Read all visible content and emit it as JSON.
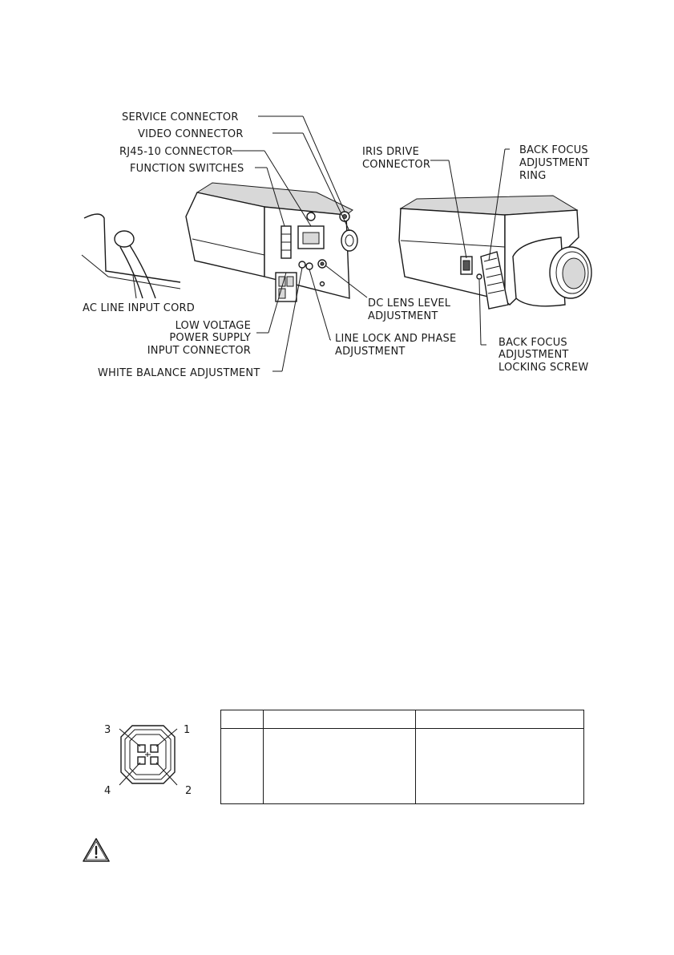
{
  "callouts": {
    "service_connector": "SERVICE CONNECTOR",
    "video_connector": "VIDEO CONNECTOR",
    "rj45_connector": "RJ45-10 CONNECTOR",
    "function_switches": "FUNCTION SWITCHES",
    "ac_line_input_cord": "AC LINE INPUT CORD",
    "low_voltage_line1": "LOW VOLTAGE",
    "low_voltage_line2": "POWER SUPPLY",
    "low_voltage_line3": "INPUT CONNECTOR",
    "white_balance": "WHITE BALANCE ADJUSTMENT",
    "dc_lens_line1": "DC LENS LEVEL",
    "dc_lens_line2": "ADJUSTMENT",
    "line_lock_line1": "LINE LOCK AND PHASE",
    "line_lock_line2": "ADJUSTMENT",
    "iris_drive_line1": "IRIS DRIVE",
    "iris_drive_line2": "CONNECTOR",
    "back_focus_ring_line1": "BACK FOCUS",
    "back_focus_ring_line2": "ADJUSTMENT",
    "back_focus_ring_line3": "RING",
    "back_focus_screw_line1": "BACK FOCUS",
    "back_focus_screw_line2": "ADJUSTMENT",
    "back_focus_screw_line3": "LOCKING SCREW"
  },
  "connector_pins": [
    "1",
    "2",
    "3",
    "4"
  ],
  "pin_table": {
    "headers": [
      "",
      "",
      ""
    ],
    "rows": [
      [
        "",
        "",
        ""
      ]
    ]
  },
  "warning_icon": "warning-triangle-icon"
}
